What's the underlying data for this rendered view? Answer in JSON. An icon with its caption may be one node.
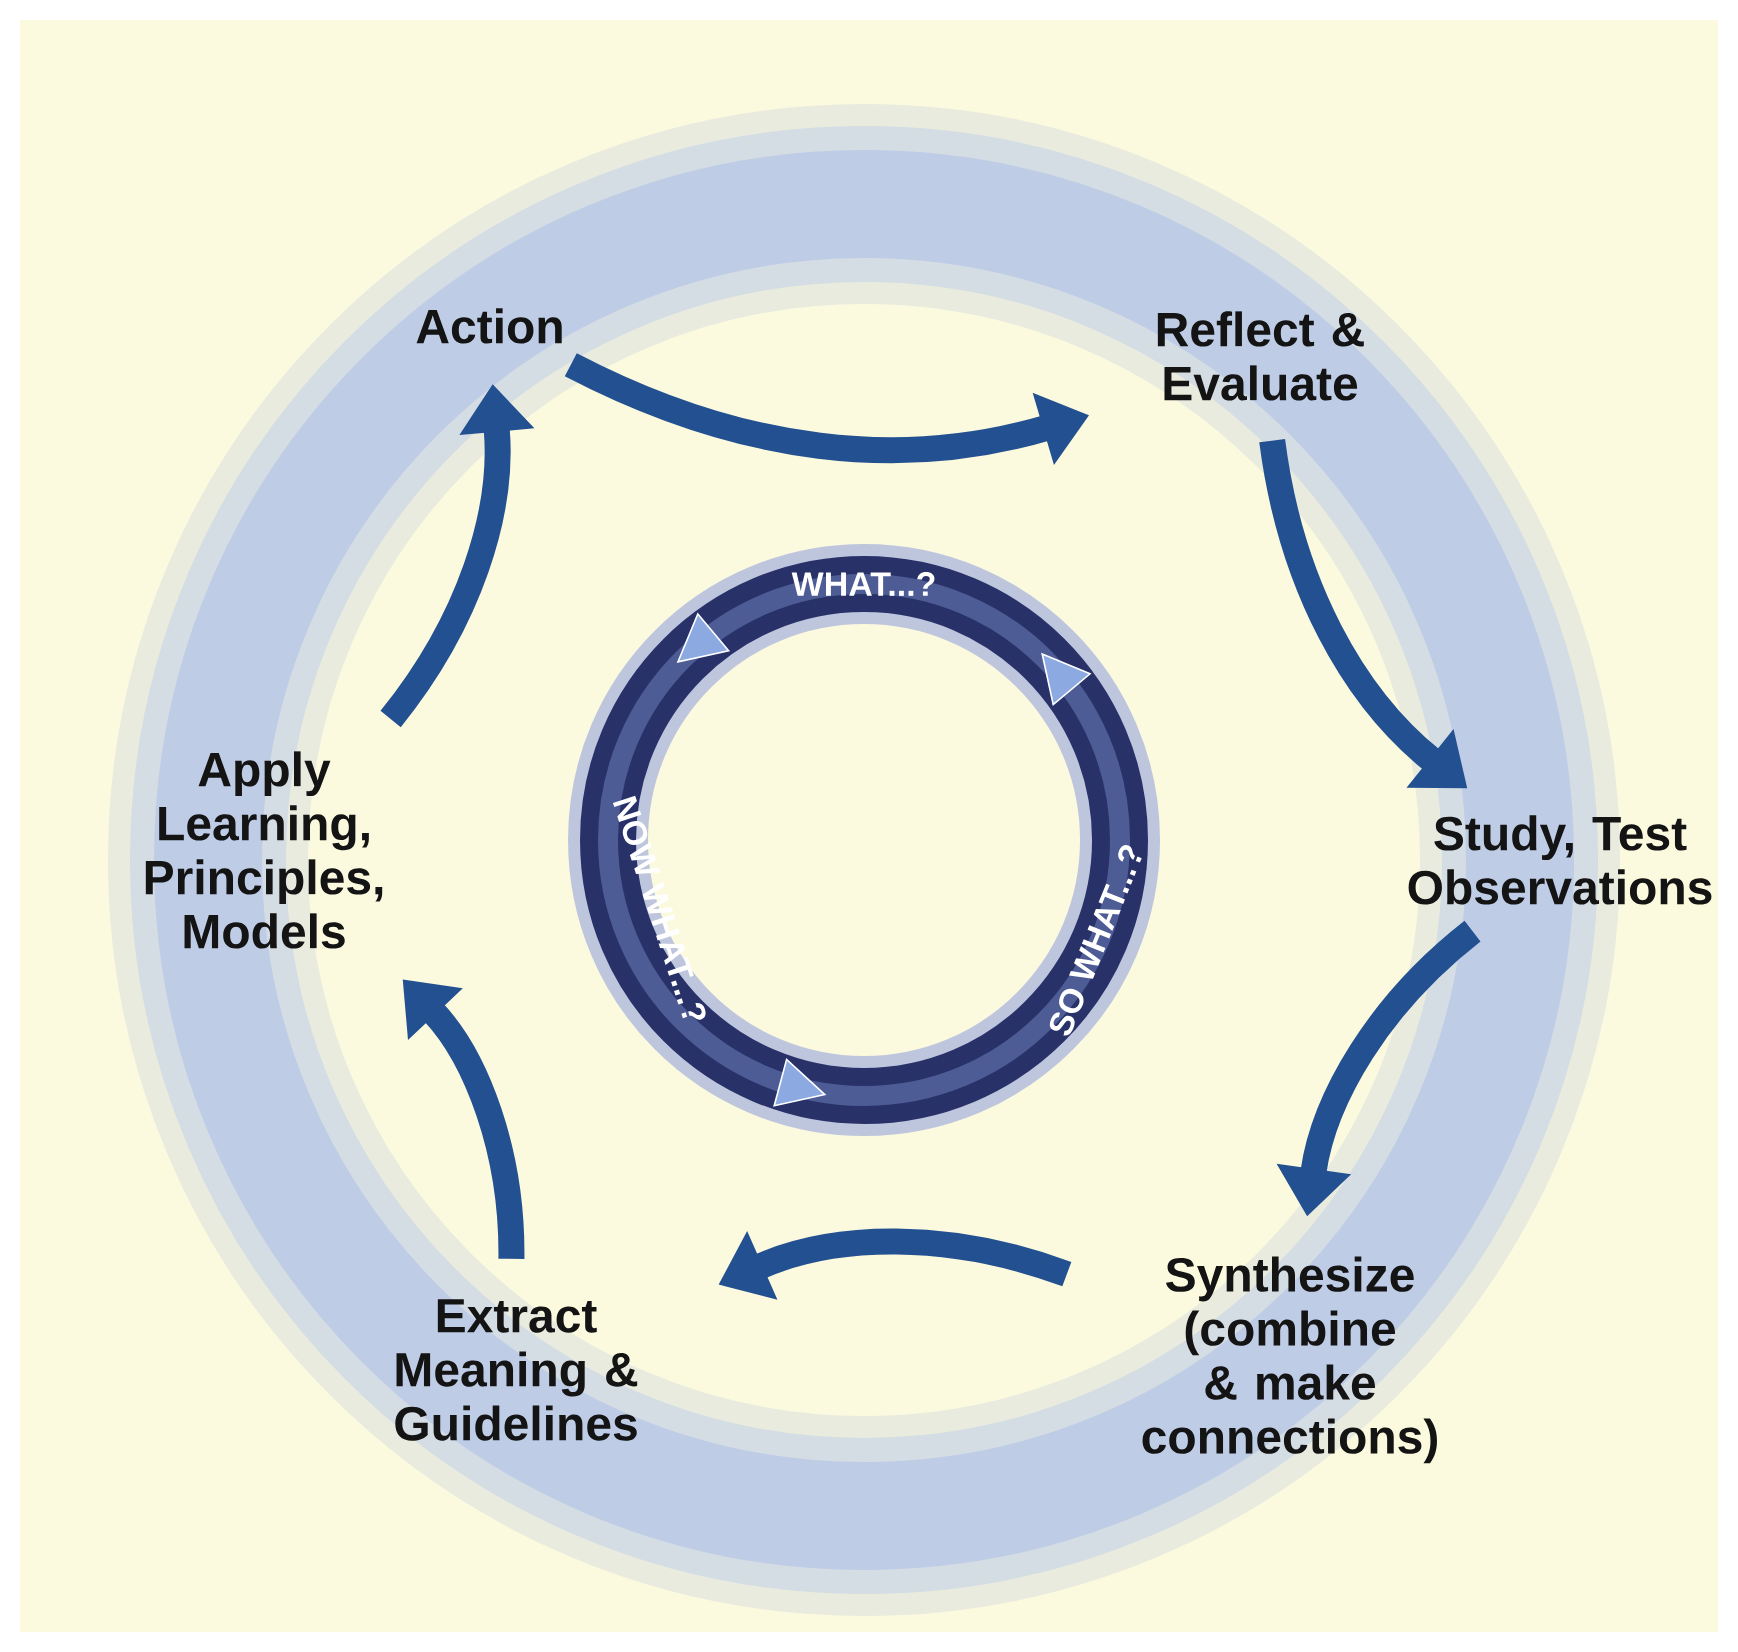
{
  "diagram": {
    "nodes": [
      {
        "text": [
          "Action"
        ]
      },
      {
        "text": [
          "Reflect & Evaluate"
        ]
      },
      {
        "text": [
          "Study, Test Observations"
        ]
      },
      {
        "text": [
          "Synthesize (combine & make connections)"
        ]
      },
      {
        "text": [
          "Extract Meaning & Guidelines"
        ]
      },
      {
        "text": [
          "Apply Learning, Principles, Models"
        ]
      }
    ],
    "edges": [
      {
        "from": 0,
        "to": 1,
        "arrow": "to"
      },
      {
        "from": 1,
        "to": 2,
        "arrow": "to"
      },
      {
        "from": 2,
        "to": 3,
        "arrow": "to"
      },
      {
        "from": 3,
        "to": 4,
        "arrow": "to"
      },
      {
        "from": 4,
        "to": 5,
        "arrow": "to"
      },
      {
        "from": 5,
        "to": 0,
        "arrow": "to"
      }
    ],
    "labels": [
      "WHAT...?",
      "SO WHAT...?",
      "NOW WHAT...?"
    ]
  }
}
